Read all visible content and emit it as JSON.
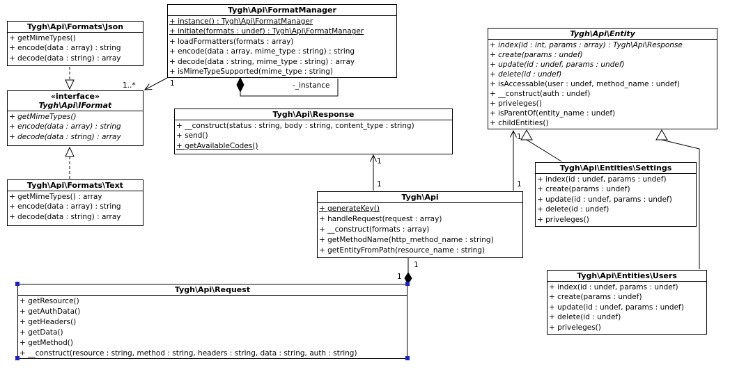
{
  "diagram": {
    "classes": {
      "json": {
        "title": "Tygh\\Api\\Formats\\Json",
        "methods": [
          "+ getMimeTypes()",
          "+ encode(data : array) : string",
          "+ decode(data : string) : array"
        ]
      },
      "format_manager": {
        "title": "Tygh\\Api\\FormatManager",
        "methods": [
          "+ instance() : Tygh\\Api\\FormatManager",
          "+ initiate(formats : undef) : Tygh\\Api\\FormatManager",
          "+ loadFormatters(formats : array)",
          "+ encode(data : array, mime_type : string) : string",
          "+ decode(data : string, mime_type : string) : array",
          "+ isMimeTypeSupported(mime_type : string)"
        ]
      },
      "iformat": {
        "stereotype": "«interface»",
        "title": "Tygh\\Api\\IFormat",
        "methods": [
          "+ getMimeTypes()",
          "+ encode(data : array) : string",
          "+ decode(data : string) : array"
        ]
      },
      "entity": {
        "title": "Tygh\\Api\\Entity",
        "methods": [
          "+ index(id : int, params : array) : Tygh\\Api\\Response",
          "+ create(params : undef)",
          "+ update(id : undef, params : undef)",
          "+ delete(id : undef)",
          "+ isAccessable(user : undef, method_name : undef)",
          "+ __construct(auth : undef)",
          "+ priveleges()",
          "+ isParentOf(entity_name : undef)",
          "+ childEntities()"
        ]
      },
      "response": {
        "title": "Tygh\\Api\\Response",
        "methods": [
          "+ __construct(status : string, body : string, content_type : string)",
          "+ send()",
          "+ getAvailableCodes()"
        ]
      },
      "text": {
        "title": "Tygh\\Api\\Formats\\Text",
        "methods": [
          "+ getMimeTypes() : array",
          "+ encode(data : array) : string",
          "+ decode(data : string) : array"
        ]
      },
      "api": {
        "title": "Tygh\\Api",
        "methods": [
          "+ generateKey()",
          "+ handleRequest(request : array)",
          "+ __construct(formats : array)",
          "+ getMethodName(http_method_name : string)",
          "+ getEntityFromPath(resource_name : string)"
        ]
      },
      "settings": {
        "title": "Tygh\\Api\\Entities\\Settings",
        "methods": [
          "+ index(id : undef, params : undef)",
          "+ create(params : undef)",
          "+ update(id : undef, params : undef)",
          "+ delete(id : undef)",
          "+ priveleges()"
        ]
      },
      "users": {
        "title": "Tygh\\Api\\Entities\\Users",
        "methods": [
          "+ index(id : undef, params : undef)",
          "+ create(params : undef)",
          "+ update(id : undef, params : undef)",
          "+ delete(id : undef)",
          "+ priveleges()"
        ]
      },
      "request": {
        "title": "Tygh\\Api\\Request",
        "methods": [
          "+ getResource()",
          "+ getAuthData()",
          "+ getHeaders()",
          "+ getData()",
          "+ getMethod()",
          "+ __construct(resource : string, method : string, headers : string, data : string, auth : string)"
        ]
      }
    },
    "edge_labels": {
      "iformat_multiplicity": "1..*",
      "formatmanager_multiplicity": "1",
      "instance_role": "-_instance",
      "response_one": "1",
      "api_response_one": "1",
      "entity_one": "1",
      "api_entity_one": "1",
      "api_request_one": "1",
      "request_one": "1"
    },
    "colors": {
      "line": "#000000",
      "selection_handle": "#1f1fd0",
      "box_fill": "#ffffff"
    }
  }
}
